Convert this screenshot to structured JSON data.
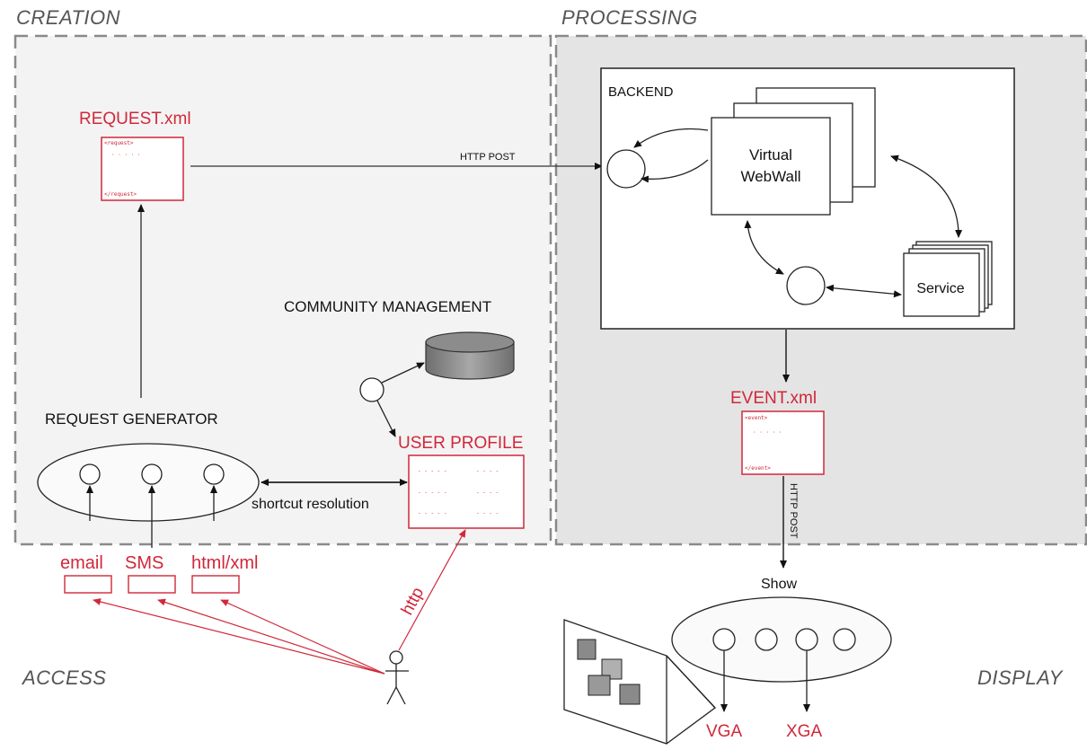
{
  "zones": {
    "creation": "CREATION",
    "processing": "PROCESSING",
    "access": "ACCESS",
    "display": "DISPLAY"
  },
  "creation": {
    "request_doc_label": "REQUEST.xml",
    "request_generator_label": "REQUEST GENERATOR",
    "community_management_label": "COMMUNITY MANAGEMENT",
    "user_profile_label": "USER PROFILE",
    "shortcut_resolution_label": "shortcut resolution"
  },
  "processing": {
    "backend_label": "BACKEND",
    "virtual_webwall_line1": "Virtual",
    "virtual_webwall_line2": "WebWall",
    "service_label": "Service",
    "http_post_label": "HTTP POST",
    "event_doc_label": "EVENT.xml",
    "http_post_vertical_label": "HTTP POST"
  },
  "access": {
    "channels": [
      "email",
      "SMS",
      "html/xml"
    ],
    "http_label": "http"
  },
  "display": {
    "show_label": "Show",
    "outputs": [
      "VGA",
      "XGA"
    ]
  },
  "colors": {
    "accent_red": "#d0283a",
    "zone_fill_creation": "#f3f3f3",
    "zone_fill_processing": "#e4e4e4",
    "dashed_border": "#8a8a8a"
  }
}
